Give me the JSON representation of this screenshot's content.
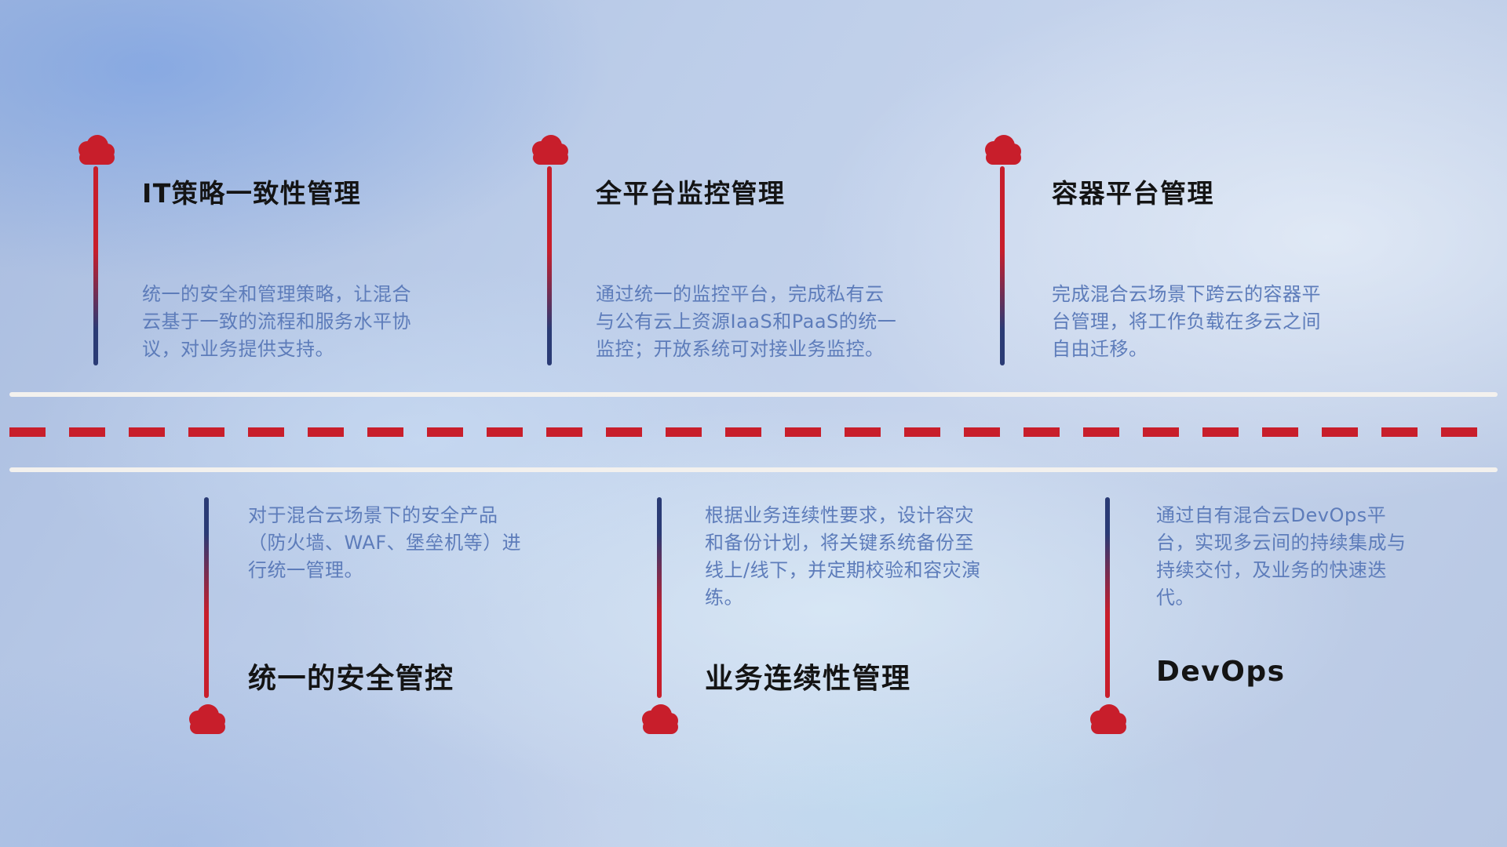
{
  "colors": {
    "red": "#c81e2b",
    "navy": "#2a3b75",
    "title_color": "#141414",
    "desc_color": "#5d7cba",
    "road_white": "#f3f1ee"
  },
  "icons": {
    "marker": "cloud-icon"
  },
  "top_items": [
    {
      "title": "IT策略一致性管理",
      "desc": "统一的安全和管理策略，让混合云基于一致的流程和服务水平协议，对业务提供支持。"
    },
    {
      "title": "全平台监控管理",
      "desc": "通过统一的监控平台，完成私有云与公有云上资源IaaS和PaaS的统一监控；开放系统可对接业务监控。"
    },
    {
      "title": "容器平台管理",
      "desc": "完成混合云场景下跨云的容器平台管理，将工作负载在多云之间自由迁移。"
    }
  ],
  "bottom_items": [
    {
      "title": "统一的安全管控",
      "desc": "对于混合云场景下的安全产品（防火墙、WAF、堡垒机等）进行统一管理。"
    },
    {
      "title": "业务连续性管理",
      "desc": "根据业务连续性要求，设计容灾和备份计划，将关键系统备份至线上/线下，并定期校验和容灾演练。"
    },
    {
      "title": "DevOps",
      "desc": "通过自有混合云DevOps平台，实现多云间的持续集成与持续交付，及业务的快速迭代。"
    }
  ]
}
